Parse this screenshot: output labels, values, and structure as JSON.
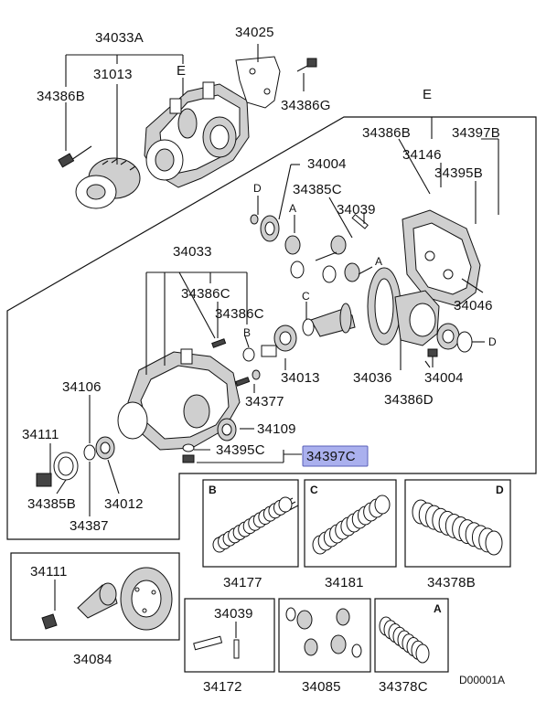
{
  "colors": {
    "highlight": "#aab0ee",
    "highlight_border": "#5a5fb8",
    "ink": "#111111"
  },
  "main": {
    "labels": {
      "p34033A": "34033A",
      "p34025": "34025",
      "p31013": "31013",
      "p34386B_top": "34386B",
      "p34386G": "34386G",
      "letter_E_top": "E",
      "letter_E_box": "E",
      "p34386B_right": "34386B",
      "p34397B": "34397B",
      "p34146": "34146",
      "p34395B": "34395B",
      "p34004_top": "34004",
      "p34385C": "34385C",
      "p34039_main": "34039",
      "letter_D_a": "D",
      "letter_A_a": "A",
      "letter_A_b": "A",
      "letter_C_a": "C",
      "letter_B_a": "B",
      "letter_D_b": "D",
      "p34046": "34046",
      "p34033": "34033",
      "p34386C_a": "34386C",
      "p34386C_b": "34386C",
      "p34013": "34013",
      "p34036": "34036",
      "p34004_bottom": "34004",
      "p34386D": "34386D",
      "p34377": "34377",
      "p34106": "34106",
      "p34109": "34109",
      "p34111_main": "34111",
      "p34395C": "34395C",
      "p34397C": "34397C",
      "p34385B": "34385B",
      "p34012": "34012",
      "p34387": "34387"
    }
  },
  "panels": {
    "b": {
      "letter": "B",
      "part": "34177"
    },
    "c": {
      "letter": "C",
      "part": "34181"
    },
    "d": {
      "letter": "D",
      "part": "34378B"
    },
    "gear": {
      "part_top": "34111",
      "part": "34084"
    },
    "shaft": {
      "part_top": "34039",
      "part": "34172"
    },
    "diff": {
      "part": "34085"
    },
    "a": {
      "letter": "A",
      "part": "34378C"
    }
  },
  "footer": {
    "code": "D00001A"
  }
}
